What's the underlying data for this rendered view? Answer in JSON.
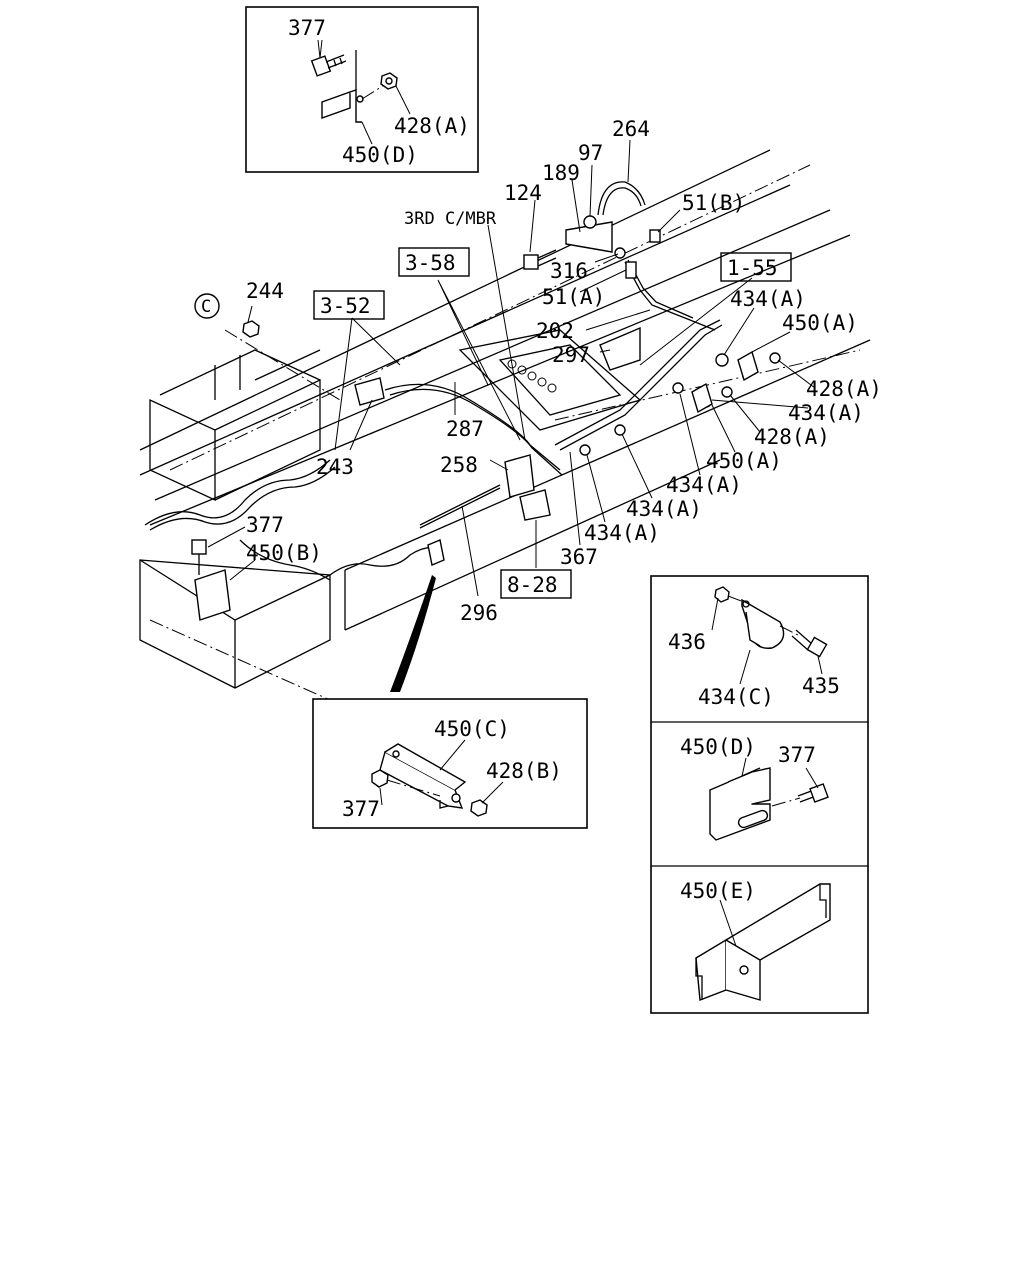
{
  "labels": {
    "l377_a": "377",
    "l428A_a": "428(A)",
    "l450D_a": "450(D)",
    "l264": "264",
    "l97": "97",
    "l189": "189",
    "l124": "124",
    "l51B": "51(B)",
    "l3rd": "3RD C/MBR",
    "l316": "316",
    "l51A": "51(A)",
    "l244": "244",
    "l202": "202",
    "l434A_1": "434(A)",
    "l450A_1": "450(A)",
    "l297": "297",
    "l428A_2": "428(A)",
    "l434A_2": "434(A)",
    "l287": "287",
    "l428A_3": "428(A)",
    "l243": "243",
    "l450A_2": "450(A)",
    "l258": "258",
    "l434A_3": "434(A)",
    "l434A_4": "434(A)",
    "l434A_5": "434(A)",
    "l377_b": "377",
    "l450B": "450(B)",
    "l367": "367",
    "l296": "296",
    "l436": "436",
    "l434C": "434(C)",
    "l435": "435",
    "l450C": "450(C)",
    "l428B": "428(B)",
    "l377_c": "377",
    "l450D_b": "450(D)",
    "l377_d": "377",
    "l450E": "450(E)",
    "circle_c": "C"
  },
  "refs": {
    "r358": "3-58",
    "r352": "3-52",
    "r155": "1-55",
    "r828": "8-28"
  }
}
